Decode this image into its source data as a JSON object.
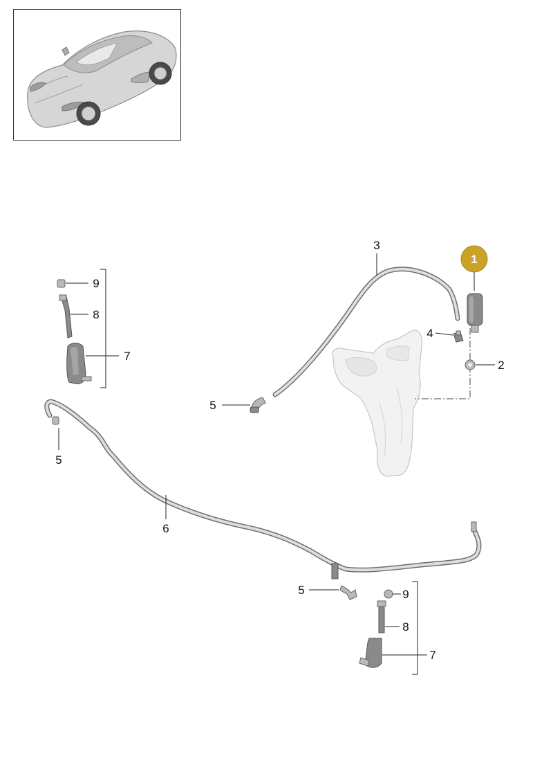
{
  "diagram": {
    "highlight_color": "#c9a227",
    "callouts": {
      "c1": "1",
      "c2": "2",
      "c3": "3",
      "c4": "4",
      "c5a": "5",
      "c5b": "5",
      "c5c": "5",
      "c6": "6",
      "c7a": "7",
      "c7b": "7",
      "c8a": "8",
      "c8b": "8",
      "c9a": "9",
      "c9b": "9"
    }
  }
}
